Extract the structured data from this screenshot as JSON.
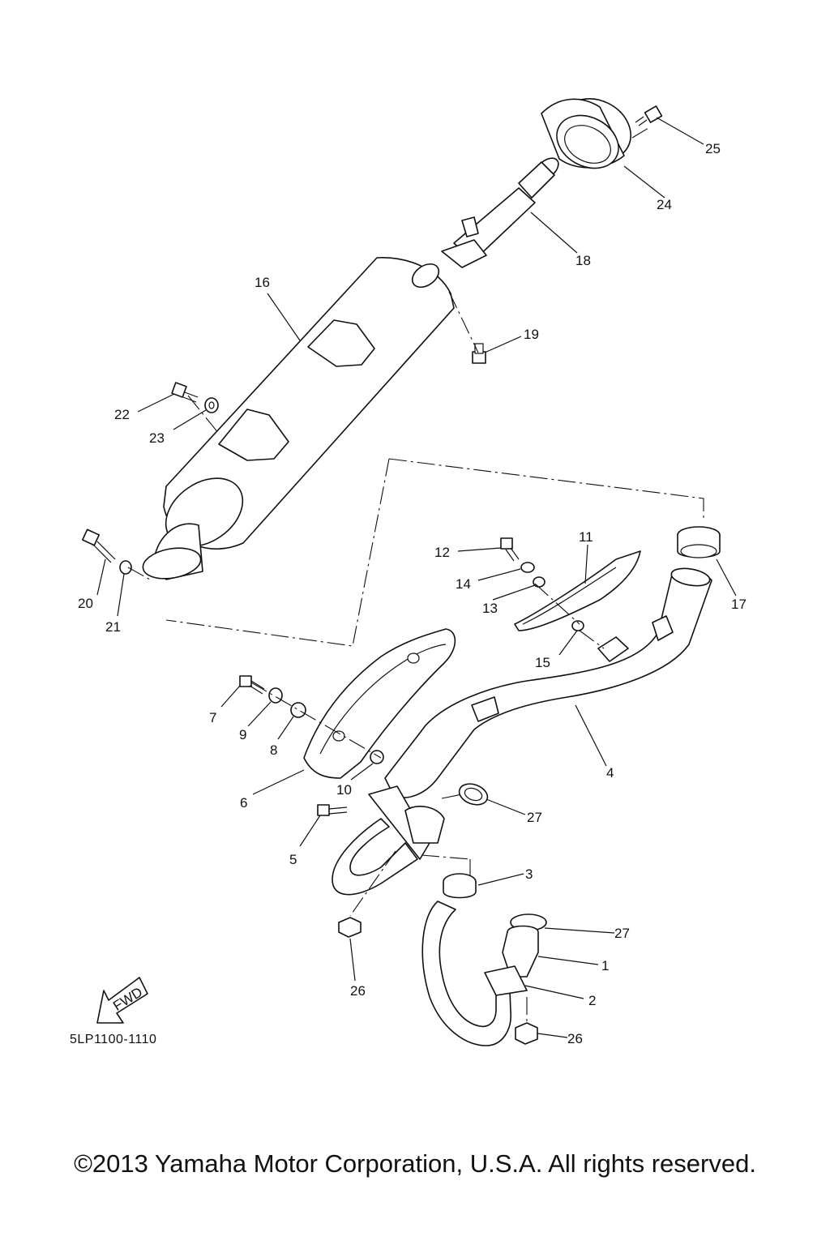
{
  "diagram": {
    "callouts": [
      "1",
      "2",
      "3",
      "4",
      "5",
      "6",
      "7",
      "8",
      "9",
      "10",
      "11",
      "12",
      "13",
      "14",
      "15",
      "16",
      "17",
      "18",
      "19",
      "20",
      "21",
      "22",
      "23",
      "24",
      "25",
      "26",
      "27"
    ],
    "fwd_label": "FWD",
    "part_code": "5LP1100-1110"
  },
  "footer": {
    "copyright": "©2013 Yamaha Motor Corporation, U.S.A. All rights reserved."
  }
}
